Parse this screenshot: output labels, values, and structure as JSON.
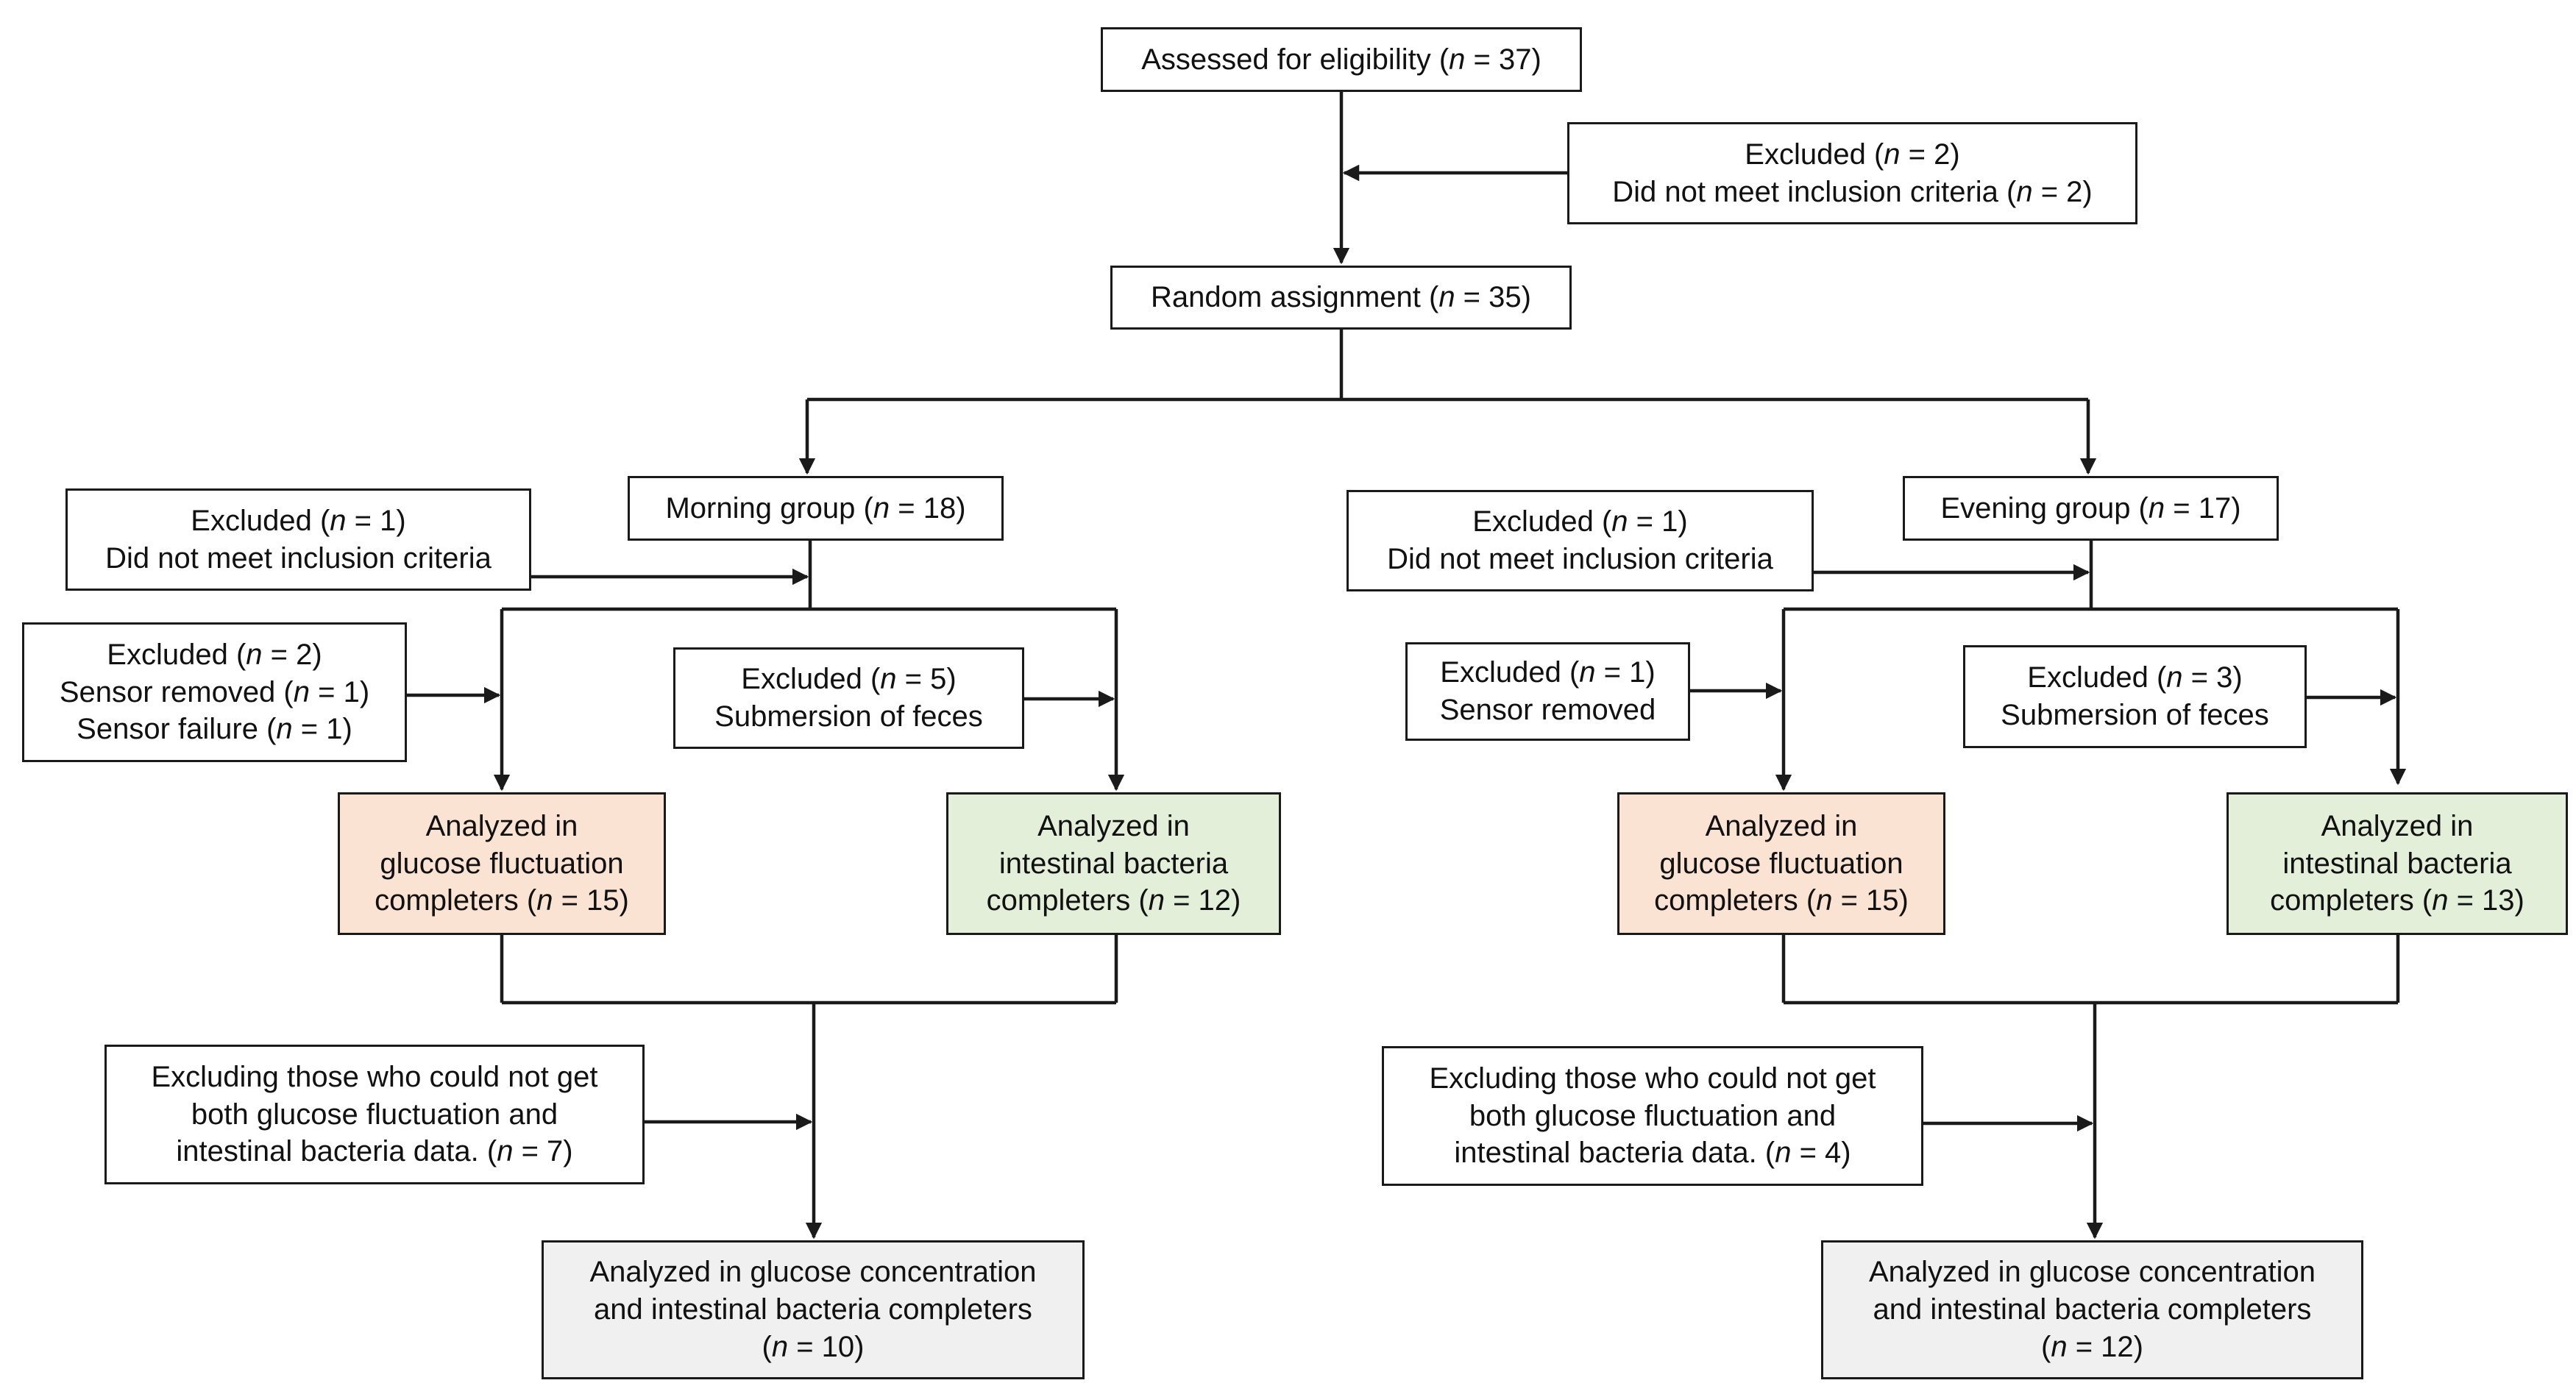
{
  "diagram": {
    "assessed": [
      [
        "Assessed for eligibility (",
        "n",
        " = 37)"
      ]
    ],
    "excluded_top": [
      [
        "Excluded (",
        "n",
        " = 2)"
      ],
      [
        "Did not meet inclusion criteria (",
        "n",
        " = 2)"
      ]
    ],
    "random": [
      [
        "Random assignment (",
        "n",
        " = 35)"
      ]
    ],
    "morning_group": [
      [
        "Morning group (",
        "n",
        " = 18)"
      ]
    ],
    "evening_group": [
      [
        "Evening group (",
        "n",
        " = 17)"
      ]
    ],
    "morning_excl_criteria": [
      [
        "Excluded (",
        "n",
        " = 1)"
      ],
      [
        "Did not meet inclusion criteria"
      ]
    ],
    "evening_excl_criteria": [
      [
        "Excluded (",
        "n",
        " = 1)"
      ],
      [
        "Did not meet inclusion criteria"
      ]
    ],
    "morning_excl_sensor": [
      [
        "Excluded (",
        "n",
        " = 2)"
      ],
      [
        "Sensor removed (",
        "n",
        " = 1)"
      ],
      [
        "Sensor failure (",
        "n",
        " = 1)"
      ]
    ],
    "morning_excl_feces": [
      [
        "Excluded (",
        "n",
        " = 5)"
      ],
      [
        "Submersion of feces"
      ]
    ],
    "evening_excl_sensor": [
      [
        "Excluded (",
        "n",
        " = 1)"
      ],
      [
        "Sensor removed"
      ]
    ],
    "evening_excl_feces": [
      [
        "Excluded (",
        "n",
        " = 3)"
      ],
      [
        "Submersion of feces"
      ]
    ],
    "morning_glucose": [
      [
        "Analyzed in"
      ],
      [
        "glucose fluctuation"
      ],
      [
        "completers (",
        "n",
        " = 15)"
      ]
    ],
    "morning_bacteria": [
      [
        "Analyzed in"
      ],
      [
        "intestinal bacteria"
      ],
      [
        "completers (",
        "n",
        " = 12)"
      ]
    ],
    "evening_glucose": [
      [
        "Analyzed in"
      ],
      [
        "glucose fluctuation"
      ],
      [
        "completers (",
        "n",
        " = 15)"
      ]
    ],
    "evening_bacteria": [
      [
        "Analyzed in"
      ],
      [
        "intestinal bacteria"
      ],
      [
        "completers (",
        "n",
        " = 13)"
      ]
    ],
    "morning_excl_both": [
      [
        "Excluding those who could not get"
      ],
      [
        "both glucose fluctuation and"
      ],
      [
        "intestinal bacteria data. (",
        "n",
        " = 7)"
      ]
    ],
    "evening_excl_both": [
      [
        "Excluding those who could not get"
      ],
      [
        "both glucose fluctuation and"
      ],
      [
        "intestinal bacteria data. (",
        "n",
        " = 4)"
      ]
    ],
    "morning_final": [
      [
        "Analyzed in glucose concentration"
      ],
      [
        "and intestinal bacteria completers"
      ],
      [
        "(",
        "n",
        " = 10)"
      ]
    ],
    "evening_final": [
      [
        "Analyzed in glucose concentration"
      ],
      [
        "and intestinal bacteria completers"
      ],
      [
        "(",
        "n",
        " = 12)"
      ]
    ]
  }
}
